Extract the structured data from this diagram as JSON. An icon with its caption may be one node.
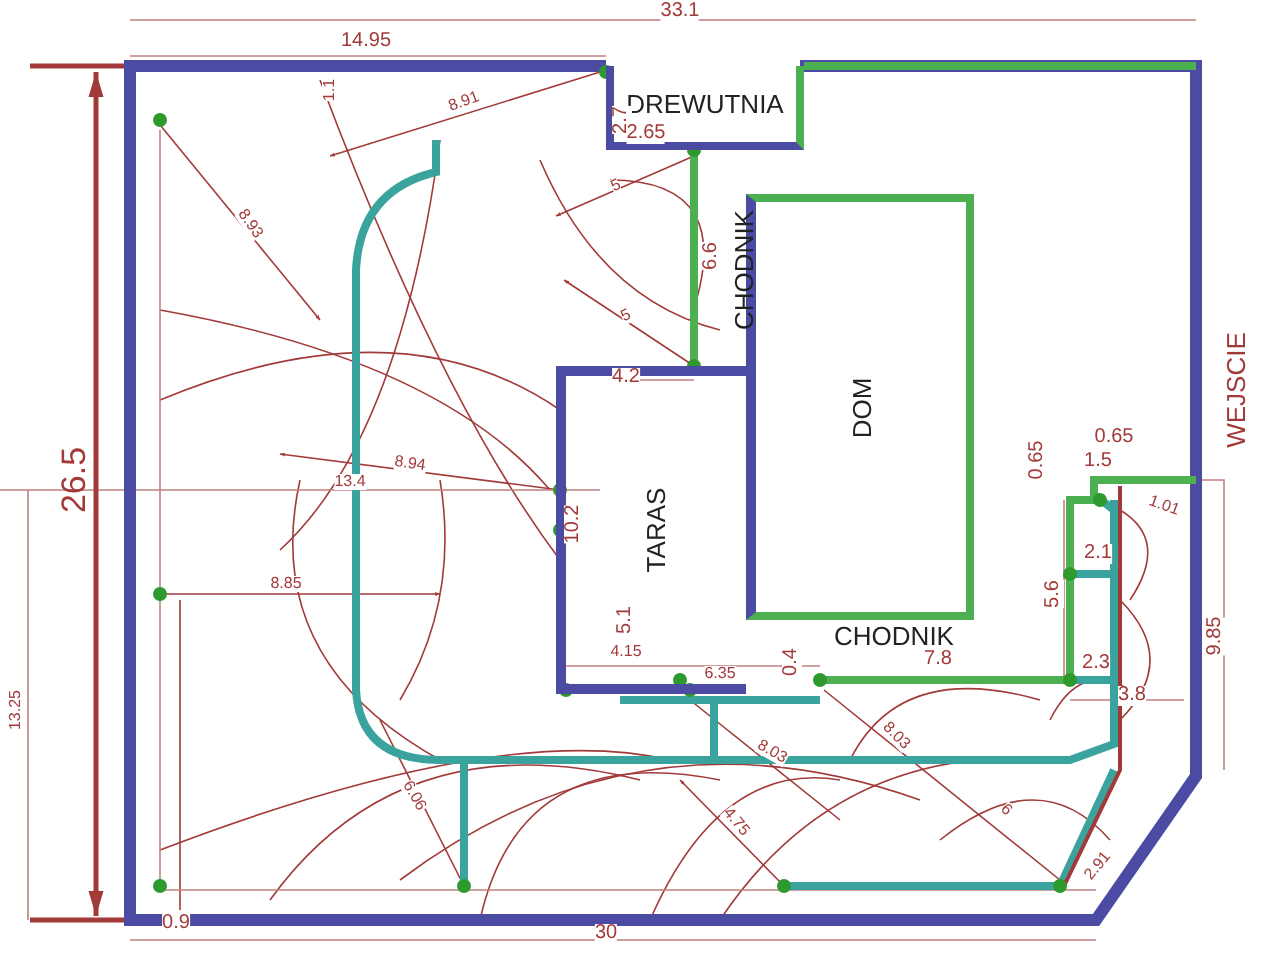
{
  "diagram": {
    "nodes": [
      {
        "text": [
          "DREWUTNIA"
        ]
      },
      {
        "text": [
          "DOM"
        ]
      },
      {
        "text": [
          "TARAS"
        ]
      }
    ],
    "labels": [
      "33.1",
      "14.95",
      "1.1",
      "8.91",
      "2.7",
      "2.65",
      "8.93",
      "5",
      "6.6",
      "CHODNIK",
      "5",
      "4.2",
      "WEJSCIE",
      "0.65",
      "0.65",
      "1.5",
      "26.5",
      "8.94",
      "13.4",
      "1.01",
      "10.2",
      "2.1",
      "8.85",
      "5.6",
      "5.1",
      "9.85",
      "CHODNIK",
      "4.15",
      "7.8",
      "2.3",
      "6.35",
      "0.4",
      "3.8",
      "13.25",
      "8.03",
      "8.03",
      "6.06",
      "4.75",
      "6",
      "2.91",
      "0.9",
      "30"
    ]
  }
}
